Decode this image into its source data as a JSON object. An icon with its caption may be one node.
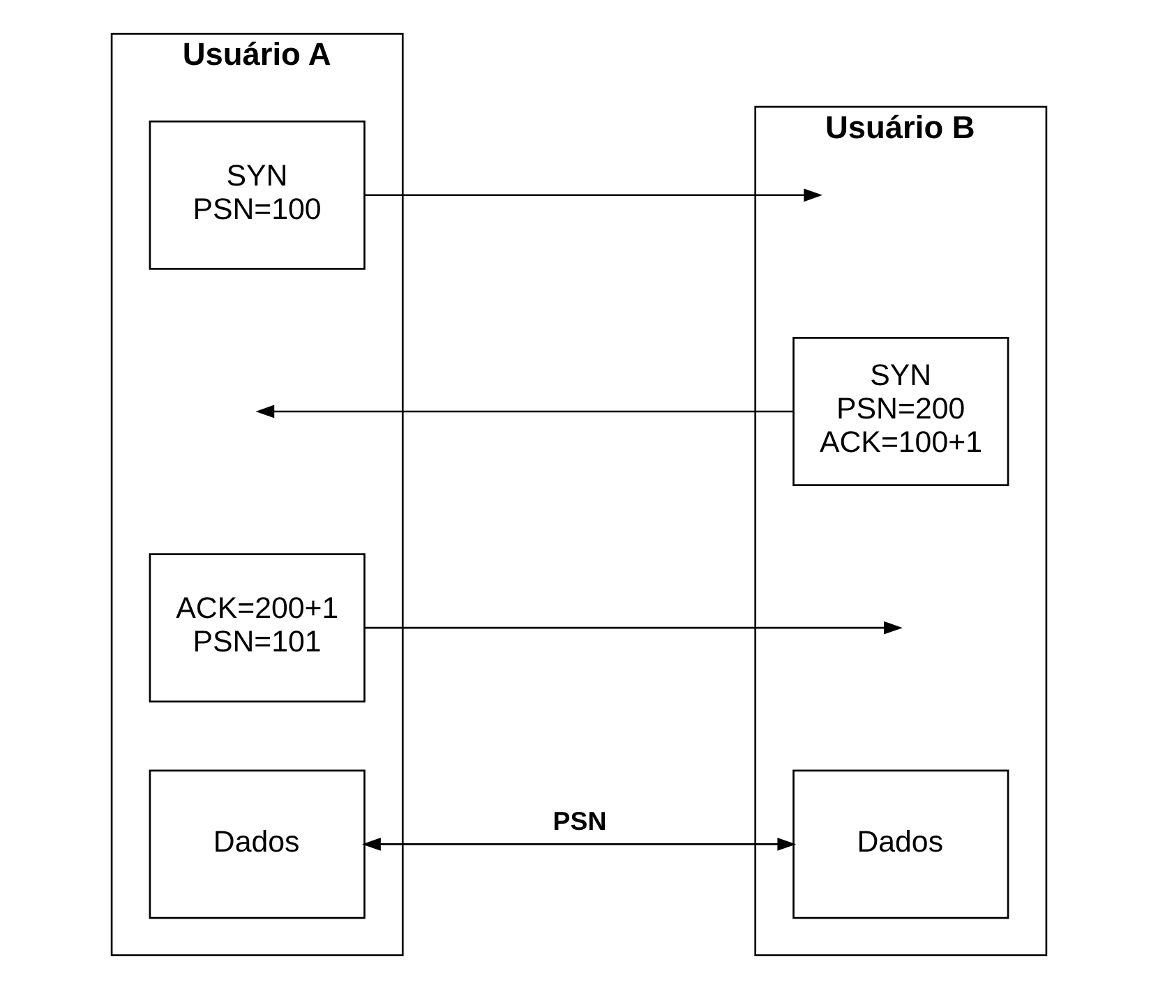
{
  "diagram": {
    "nodes": [
      {
        "text": [
          "Usuário A"
        ]
      },
      {
        "text": [
          "SYN PSN=100"
        ],
        "in": 0
      },
      {
        "text": [
          "ACK=200+1 PSN=101"
        ],
        "in": 0
      },
      {
        "text": [
          "Dados"
        ],
        "in": 0
      },
      {
        "text": [
          "Usuário B"
        ]
      },
      {
        "text": [
          "SYN PSN=200 ACK=100+1"
        ],
        "in": 4
      },
      {
        "text": [
          "Dados"
        ],
        "in": 4
      }
    ],
    "edges": [
      {
        "from": 1,
        "to": null,
        "arrow": "to"
      },
      {
        "from": 5,
        "to": null,
        "arrow": "to"
      },
      {
        "from": 2,
        "to": null,
        "arrow": "to"
      },
      {
        "from": 3,
        "to": 6,
        "arrow": "both",
        "label": "PSN"
      }
    ]
  }
}
